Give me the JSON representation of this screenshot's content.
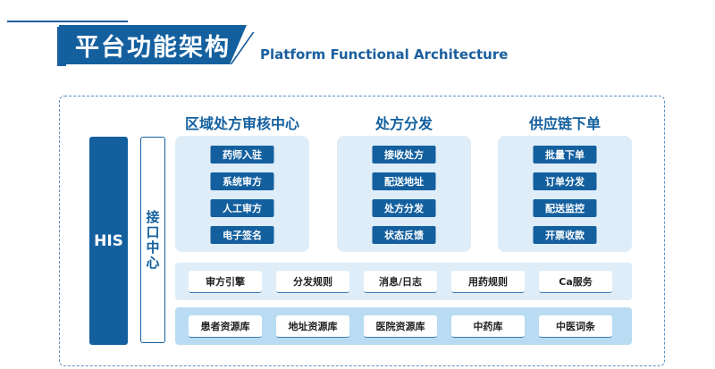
{
  "header": {
    "title": "平台功能架构",
    "subtitle": "Platform Functional Architecture"
  },
  "colors": {
    "primary": "#14609f",
    "panel_light": "#deedf8",
    "panel_mid": "#b9dcf2"
  },
  "left": {
    "his_label": "HIS",
    "interface_label": "接口中心"
  },
  "columns": [
    {
      "title": "区域处方审核中心",
      "items": [
        "药师入驻",
        "系统审方",
        "人工审方",
        "电子签名"
      ]
    },
    {
      "title": "处方分发",
      "items": [
        "接收处方",
        "配送地址",
        "处方分发",
        "状态反馈"
      ]
    },
    {
      "title": "供应链下单",
      "items": [
        "批量下单",
        "订单分发",
        "配送监控",
        "开票收款"
      ]
    }
  ],
  "rows": [
    {
      "items": [
        "审方引擎",
        "分发规则",
        "消息/日志",
        "用药规则",
        "Ca服务"
      ]
    },
    {
      "items": [
        "患者资源库",
        "地址资源库",
        "医院资源库",
        "中药库",
        "中医词条"
      ]
    }
  ]
}
